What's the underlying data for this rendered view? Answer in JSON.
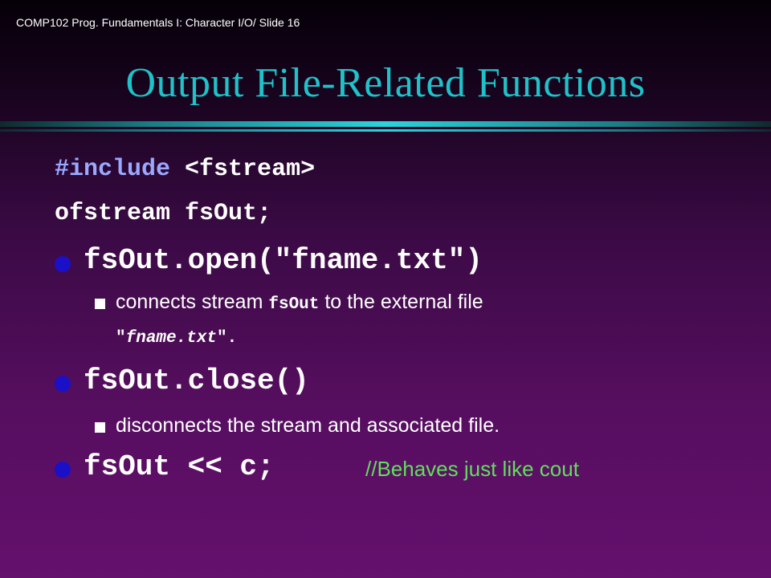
{
  "header": {
    "text": "COMP102 Prog. Fundamentals I: Character I/O/ Slide 16"
  },
  "title": "Output File-Related Functions",
  "code": {
    "include_keyword": "#include",
    "include_header": "<fstream>",
    "declaration": "ofstream fsOut;"
  },
  "bullets": [
    {
      "code": "fsOut.open(\"fname.txt\")",
      "sub": {
        "pre": "connects stream ",
        "code": "fsOut",
        "post": " to the external file",
        "line2_open": "\"",
        "line2_code": "fname.txt",
        "line2_close": "\"."
      }
    },
    {
      "code": "fsOut.close()",
      "sub": {
        "text": "disconnects the stream and associated file."
      }
    },
    {
      "code": "fsOut << c;",
      "comment": "//Behaves just like cout"
    }
  ],
  "colors": {
    "title": "#1fc2c9",
    "keyword": "#9aa8ff",
    "comment": "#5ee05a",
    "bullet": "#1a10c8",
    "rule": "#2ad4db"
  }
}
